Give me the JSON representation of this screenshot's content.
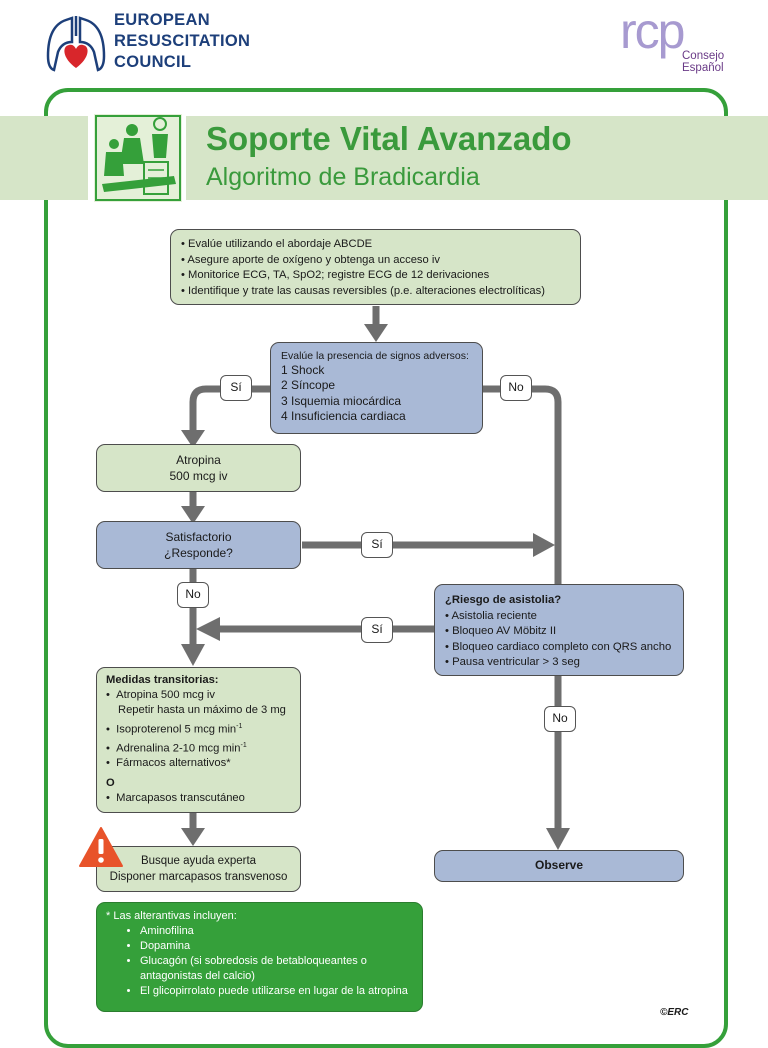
{
  "header": {
    "org_lines": [
      "EUROPEAN",
      "RESUSCITATION",
      "COUNCIL"
    ],
    "rcp_letters": "rcp",
    "rcp_sub": [
      "Consejo",
      "Español"
    ]
  },
  "banner": {
    "title": "Soporte Vital Avanzado",
    "subtitle": "Algoritmo de Bradicardia"
  },
  "assess": {
    "items": [
      "• Evalúe utilizando el abordaje ABCDE",
      "• Asegure aporte de oxígeno y obtenga un acceso iv",
      "• Monitorice ECG, TA, SpO2; registre ECG de 12 derivaciones",
      "• Identifique y trate las causas reversibles (p.e. alteraciones electrolíticas)"
    ]
  },
  "adverse": {
    "heading": "Evalúe la presencia de signos adversos:",
    "items": [
      "1  Shock",
      "2  Síncope",
      "3  Isquemia miocárdica",
      "4  Insuficiencia cardiaca"
    ]
  },
  "atropine": {
    "line1": "Atropina",
    "line2": "500 mcg iv"
  },
  "response": {
    "line1": "Satisfactorio",
    "line2": "¿Responde?"
  },
  "risk": {
    "heading": "¿Riesgo de asistolia?",
    "items": [
      "• Asistolia reciente",
      "• Bloqueo AV Möbitz II",
      "• Bloqueo cardiaco completo con QRS ancho",
      "• Pausa ventricular > 3 seg"
    ]
  },
  "measures": {
    "heading": "Medidas transitorias:",
    "atropine": "Atropina 500 mcg iv",
    "atropine_repeat": "Repetir hasta un máximo de 3 mg",
    "isoproterenol": "Isoproterenol 5 mcg min",
    "adrenaline": "Adrenalina 2-10 mcg min",
    "sup": "-1",
    "alternatives": "Fármacos alternativos*",
    "or": "O",
    "pacing": "Marcapasos transcutáneo"
  },
  "expert": {
    "line1": "Busque ayuda experta",
    "line2": "Disponer marcapasos transvenoso"
  },
  "observe": "Observe",
  "labels": {
    "yes": "Sí",
    "no": "No"
  },
  "footnote": {
    "heading": "* Las alterantivas incluyen:",
    "items": [
      "Aminofilina",
      "Dopamina",
      "Glucagón (si sobredosis de betabloqueantes o antagonistas del calcio)",
      "El glicopirrolato puede utilizarse en lugar de la atropina"
    ]
  },
  "copyright": "©ERC",
  "colors": {
    "brand_green": "#35a03a",
    "title_green": "#3a9a3c",
    "erc_blue": "#1d3f7a",
    "rcp_purple": "#6a3a87",
    "box_green": "#d6e5c8",
    "box_blue": "#a9b9d6",
    "arrow_gray": "#6e6e6e",
    "warning_orange": "#e8532a"
  }
}
